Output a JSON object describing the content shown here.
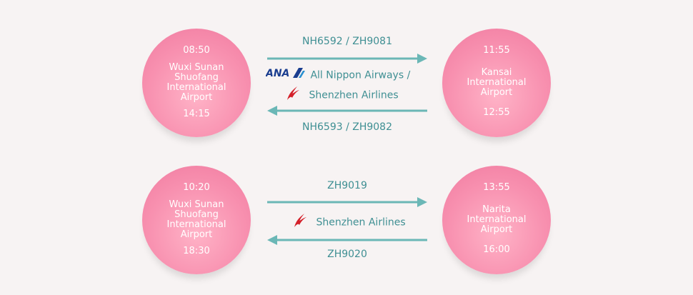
{
  "routes": [
    {
      "origin": {
        "departure_time": "08:50",
        "name_lines": [
          "Wuxi Sunan",
          "Shuofang",
          "International",
          "Airport"
        ],
        "return_arrival_time": "14:15"
      },
      "destination": {
        "arrival_time": "11:55",
        "name_lines": [
          "Kansai",
          "International",
          "Airport"
        ],
        "return_departure_time": "12:55"
      },
      "outbound_flights": "NH6592  /  ZH9081",
      "inbound_flights": "NH6593  /  ZH9082",
      "airlines": [
        {
          "logo": "ana-logo-icon",
          "logo_text": "ANA",
          "label": "All Nippon Airways  /"
        },
        {
          "logo": "shenzhen-airlines-logo-icon",
          "label": "Shenzhen  Airlines"
        }
      ]
    },
    {
      "origin": {
        "departure_time": "10:20",
        "name_lines": [
          "Wuxi Sunan",
          "Shuofang",
          "International",
          "Airport"
        ],
        "return_arrival_time": "18:30"
      },
      "destination": {
        "arrival_time": "13:55",
        "name_lines": [
          "Narita",
          "International",
          "Airport"
        ],
        "return_departure_time": "16:00"
      },
      "outbound_flights": "ZH9019",
      "inbound_flights": "ZH9020",
      "airlines": [
        {
          "logo": "shenzhen-airlines-logo-icon",
          "label": "Shenzhen  Airlines"
        }
      ]
    }
  ],
  "colors": {
    "background": "#f7f3f3",
    "circle_pink": "#f891b0",
    "accent_teal": "#3f8f93",
    "arrow_teal": "#6bb7b6",
    "ana_blue": "#1a3d8f",
    "shenzhen_red": "#d4202a"
  }
}
